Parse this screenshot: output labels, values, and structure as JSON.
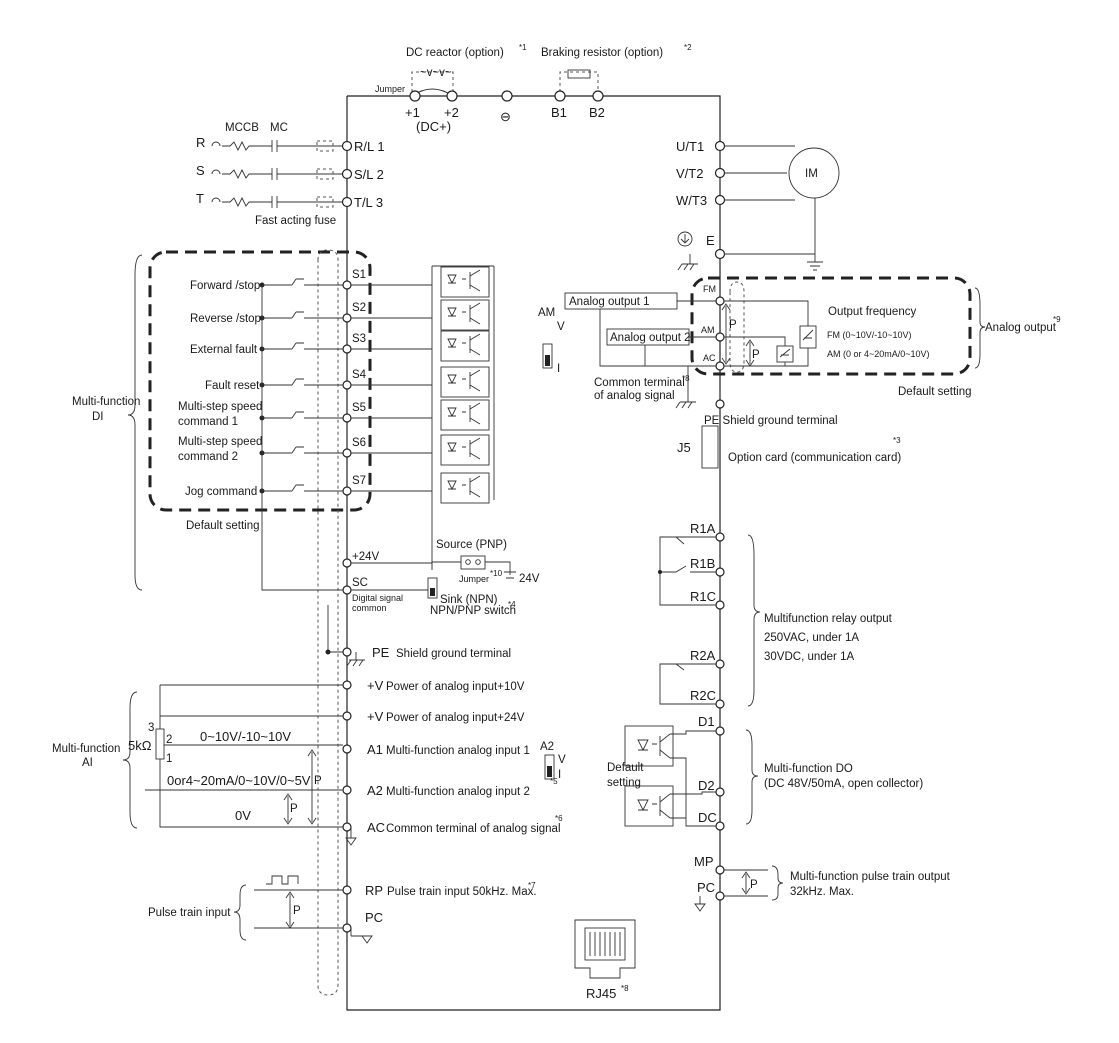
{
  "top": {
    "dc_reactor": "DC reactor (option)",
    "dc_reactor_note": "*1",
    "braking_resistor": "Braking resistor (option)",
    "braking_resistor_note": "*2",
    "jumper": "Jumper",
    "t_plus1": "+1",
    "t_plus2": "+2",
    "dc_plus": "(DC+)",
    "minus": "⊖",
    "b1": "B1",
    "b2": "B2"
  },
  "power_input": {
    "mccb": "MCCB",
    "mc": "MC",
    "r": "R",
    "s": "S",
    "t": "T",
    "rl1": "R/L 1",
    "sl2": "S/L 2",
    "tl3": "T/L 3",
    "fuse": "Fast acting fuse"
  },
  "motor": {
    "ut1": "U/T1",
    "vt2": "V/T2",
    "wt3": "W/T3",
    "im": "IM",
    "e": "E"
  },
  "di": {
    "group_label_1": "Multi-function",
    "group_label_2": "DI",
    "default_setting": "Default setting",
    "items": [
      {
        "label": "Forward /stop",
        "term": "S1"
      },
      {
        "label": "Reverse /stop",
        "term": "S2"
      },
      {
        "label": "External fault",
        "term": "S3"
      },
      {
        "label": "Fault reset",
        "term": "S4"
      },
      {
        "label": "Multi-step speed",
        "label2": "command 1",
        "term": "S5"
      },
      {
        "label": "Multi-step speed",
        "label2": "command 2",
        "term": "S6"
      },
      {
        "label": "Jog command",
        "term": "S7"
      }
    ],
    "p24v": "+24V",
    "sc": "SC",
    "sc_desc_1": "Digital signal",
    "sc_desc_2": "common",
    "source_pnp": "Source (PNP)",
    "jumper": "Jumper",
    "jumper_note": "*10",
    "v24": "24V",
    "sink_npn": "Sink (NPN)",
    "switch": "NPN/PNP switch",
    "switch_note": "*4"
  },
  "shield": {
    "pe": "PE",
    "pe_text": "Shield ground terminal"
  },
  "ai": {
    "group_label_1": "Multi-function",
    "group_label_2": "AI",
    "pot": "5kΩ",
    "pin1": "1",
    "pin2": "2",
    "pin3": "3",
    "range_a1": "0~10V/-10~10V",
    "range_a2": "0or4~20mA/0~10V/0~5V",
    "zero_v": "0V",
    "p": "P",
    "rows": [
      {
        "term": "+V",
        "text": "Power of analog input+10V"
      },
      {
        "term": "+V",
        "text": "Power of analog input+24V"
      },
      {
        "term": "A1",
        "text": "Multi-function analog input 1"
      },
      {
        "term": "A2",
        "text": "Multi-function analog input 2",
        "note": "*5"
      },
      {
        "term": "AC",
        "text": "Common terminal of analog signal",
        "note": "*6"
      }
    ],
    "a2_switch": "A2",
    "v": "V",
    "i": "I"
  },
  "pulse_in": {
    "label": "Pulse train input",
    "rp": "RP",
    "rp_text": "Pulse train input 50kHz. Max.",
    "rp_note": "*7",
    "pc": "PC",
    "p": "P"
  },
  "rj45": {
    "label": "RJ45",
    "note": "*8"
  },
  "analog_out": {
    "am": "AM",
    "v": "V",
    "i": "I",
    "out1": "Analog output 1",
    "out2": "Analog output 2",
    "fm": "FM",
    "am_t": "AM",
    "ac": "AC",
    "p": "P",
    "title": "Output frequency",
    "fm_range": "FM (0~10V/-10~10V)",
    "am_range": "AM (0 or 4~20mA/0~10V)",
    "group": "Analog output",
    "group_note": "*9",
    "default": "Default setting",
    "common_1": "Common terminal",
    "common_2": "of analog signal",
    "common_note": "*8"
  },
  "right": {
    "pe_text": "PE Shield ground terminal",
    "j5": "J5",
    "option_card": "Option card (communication card)",
    "option_note": "*3",
    "r1a": "R1A",
    "r1b": "R1B",
    "r1c": "R1C",
    "r2a": "R2A",
    "r2c": "R2C",
    "relay_1": "Multifunction relay output",
    "relay_2": "250VAC, under 1A",
    "relay_3": "30VDC, under 1A",
    "d1": "D1",
    "d2": "D2",
    "dc": "DC",
    "default_1": "Default",
    "default_2": "setting",
    "do_1": "Multi-function DO",
    "do_2": "(DC 48V/50mA, open collector)",
    "mp": "MP",
    "pc": "PC",
    "p": "P",
    "pulse_out_1": "Multi-function pulse train output",
    "pulse_out_2": "32kHz. Max."
  }
}
